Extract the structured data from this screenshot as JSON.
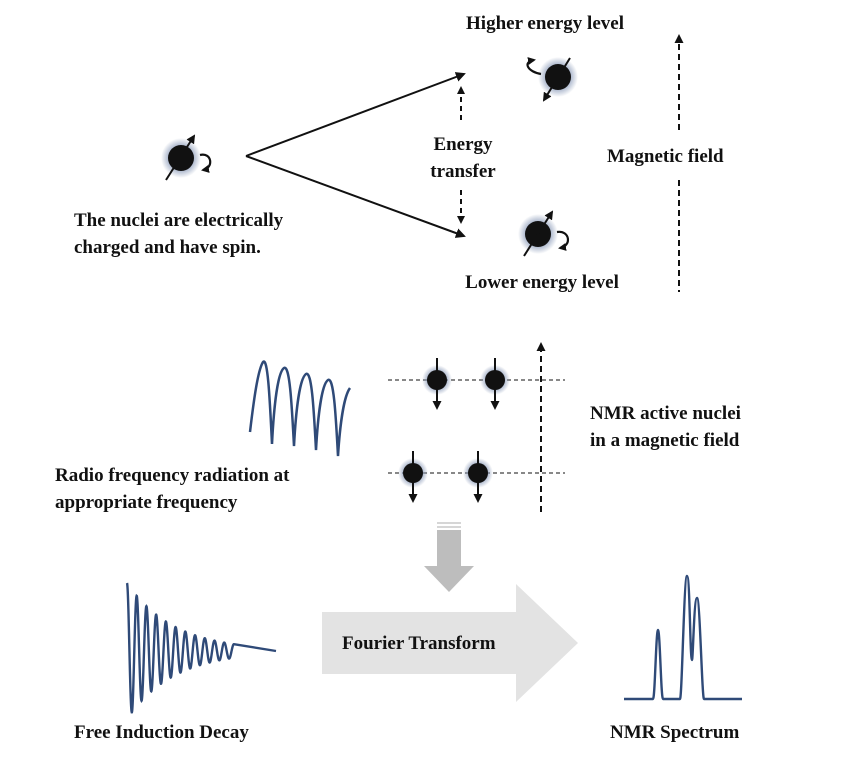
{
  "labels": {
    "higher_energy": "Higher energy level",
    "lower_energy": "Lower energy level",
    "energy_transfer": [
      "Energy",
      "transfer"
    ],
    "magnetic_field": "Magnetic field",
    "nuclei_caption": [
      "The nuclei are electrically",
      "charged and have spin."
    ],
    "nmr_active": [
      "NMR active nuclei",
      "in a magnetic field"
    ],
    "radio_frequency": [
      "Radio frequency radiation at",
      "appropriate frequency"
    ],
    "fourier_transform": "Fourier Transform",
    "fid": "Free Induction Decay",
    "nmr_spectrum": "NMR Spectrum"
  },
  "colors": {
    "wave": "#2f4a78",
    "nucleus": "#111111",
    "nucleus_glow": "#8a9ab8",
    "fourier_arrow": "#e3e3e3",
    "down_arrow": "#bdbdbd",
    "text": "#111111"
  }
}
